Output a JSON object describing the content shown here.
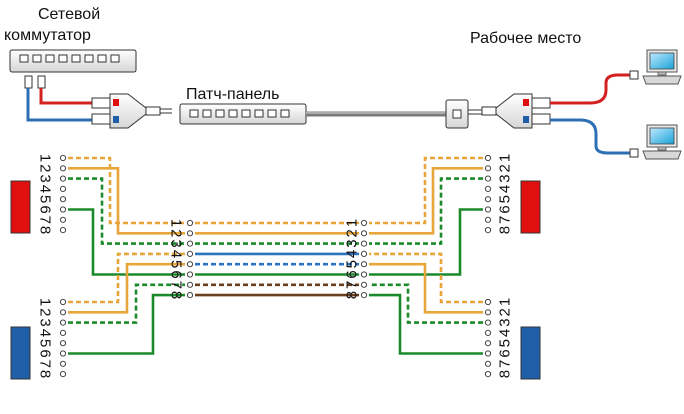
{
  "labels": {
    "switch_line1": "Сетевой",
    "switch_line2": "коммутатор",
    "workplace": "Рабочее место",
    "patch_panel": "Патч-панель"
  },
  "pins": [
    "1",
    "2",
    "3",
    "4",
    "5",
    "6",
    "7",
    "8"
  ],
  "colors": {
    "orange": "#e8a63a",
    "green": "#1a8a2a",
    "blue": "#2a74c0",
    "brown": "#6b3f1c",
    "link_red": "#d42020",
    "link_blue": "#2c6fb5",
    "connector_red": "#e01010",
    "connector_blue": "#1f5fa8",
    "trunk": "#7a7a7a"
  }
}
